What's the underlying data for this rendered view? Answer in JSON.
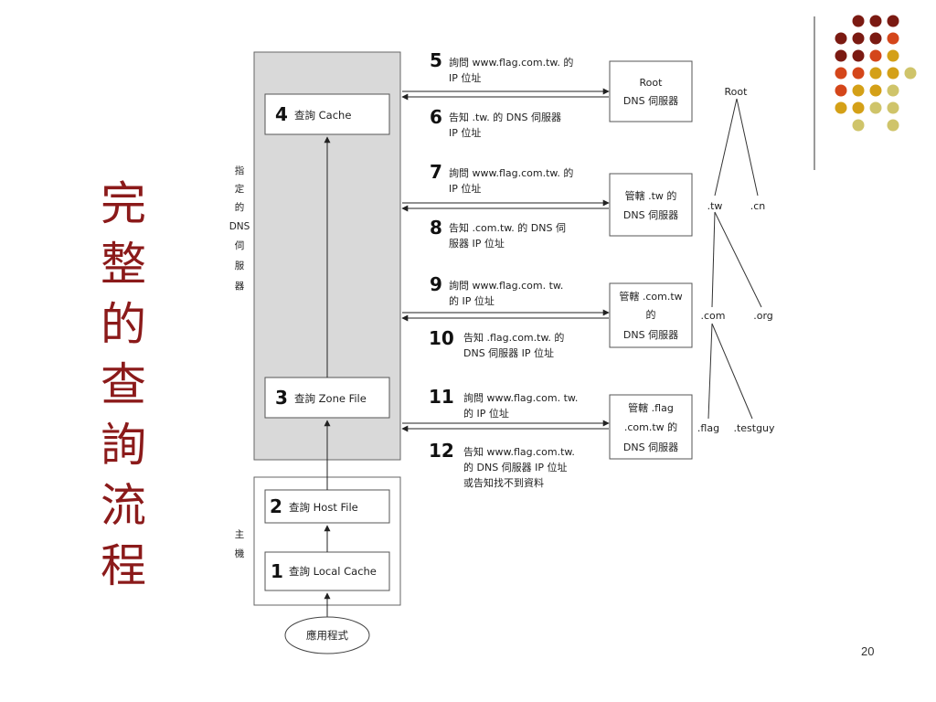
{
  "title": "完\n整\n的\n查\n詢\n流\n程",
  "page_number": "20",
  "side_labels": {
    "dns_server": [
      "指",
      "定",
      "的",
      "DNS",
      "伺",
      "服",
      "器"
    ],
    "host": [
      "主",
      "機"
    ]
  },
  "steps": {
    "s1": {
      "num": "1",
      "text": "查詢 Local Cache"
    },
    "s2": {
      "num": "2",
      "text": "查詢 Host File"
    },
    "s3": {
      "num": "3",
      "text": "查詢 Zone File"
    },
    "s4": {
      "num": "4",
      "text": "查詢 Cache"
    }
  },
  "app_label": "應用程式",
  "messages": {
    "m5": {
      "num": "5",
      "lines": [
        "詢問 www.flag.com.tw. 的",
        "IP 位址"
      ]
    },
    "m6": {
      "num": "6",
      "lines": [
        "告知 .tw. 的 DNS 伺服器",
        "IP 位址"
      ]
    },
    "m7": {
      "num": "7",
      "lines": [
        "詢問 www.flag.com.tw. 的",
        "IP 位址"
      ]
    },
    "m8": {
      "num": "8",
      "lines": [
        "告知 .com.tw. 的 DNS 伺",
        "服器 IP 位址"
      ]
    },
    "m9": {
      "num": "9",
      "lines": [
        "詢問 www.flag.com. tw.",
        "的 IP 位址"
      ]
    },
    "m10": {
      "num": "10",
      "lines": [
        "告知 .flag.com.tw. 的",
        "DNS 伺服器 IP 位址"
      ]
    },
    "m11": {
      "num": "11",
      "lines": [
        "詢問 www.flag.com. tw.",
        "的 IP 位址"
      ]
    },
    "m12": {
      "num": "12",
      "lines": [
        "告知 www.flag.com.tw.",
        "的 DNS 伺服器 IP 位址",
        "或告知找不到資料"
      ]
    }
  },
  "servers": {
    "root": [
      "Root",
      "DNS 伺服器"
    ],
    "tw": [
      "管轄 .tw 的",
      "DNS 伺服器"
    ],
    "com_tw": [
      "管轄 .com.tw",
      "的",
      "DNS 伺服器"
    ],
    "flag": [
      "管轄 .flag",
      ".com.tw 的",
      "DNS 伺服器"
    ]
  },
  "tree": {
    "root": "Root",
    "tw": ".tw",
    "cn": ".cn",
    "com": ".com",
    "org": ".org",
    "flag": ".flag",
    "testguy": ".testguy"
  },
  "colors": {
    "title": "#8b1a1a",
    "gray_box": "#d9d9d9",
    "dot_dark_red": "#7b1a12",
    "dot_orange": "#d4461a",
    "dot_gold": "#d4a017",
    "dot_khaki": "#cfc46a"
  }
}
